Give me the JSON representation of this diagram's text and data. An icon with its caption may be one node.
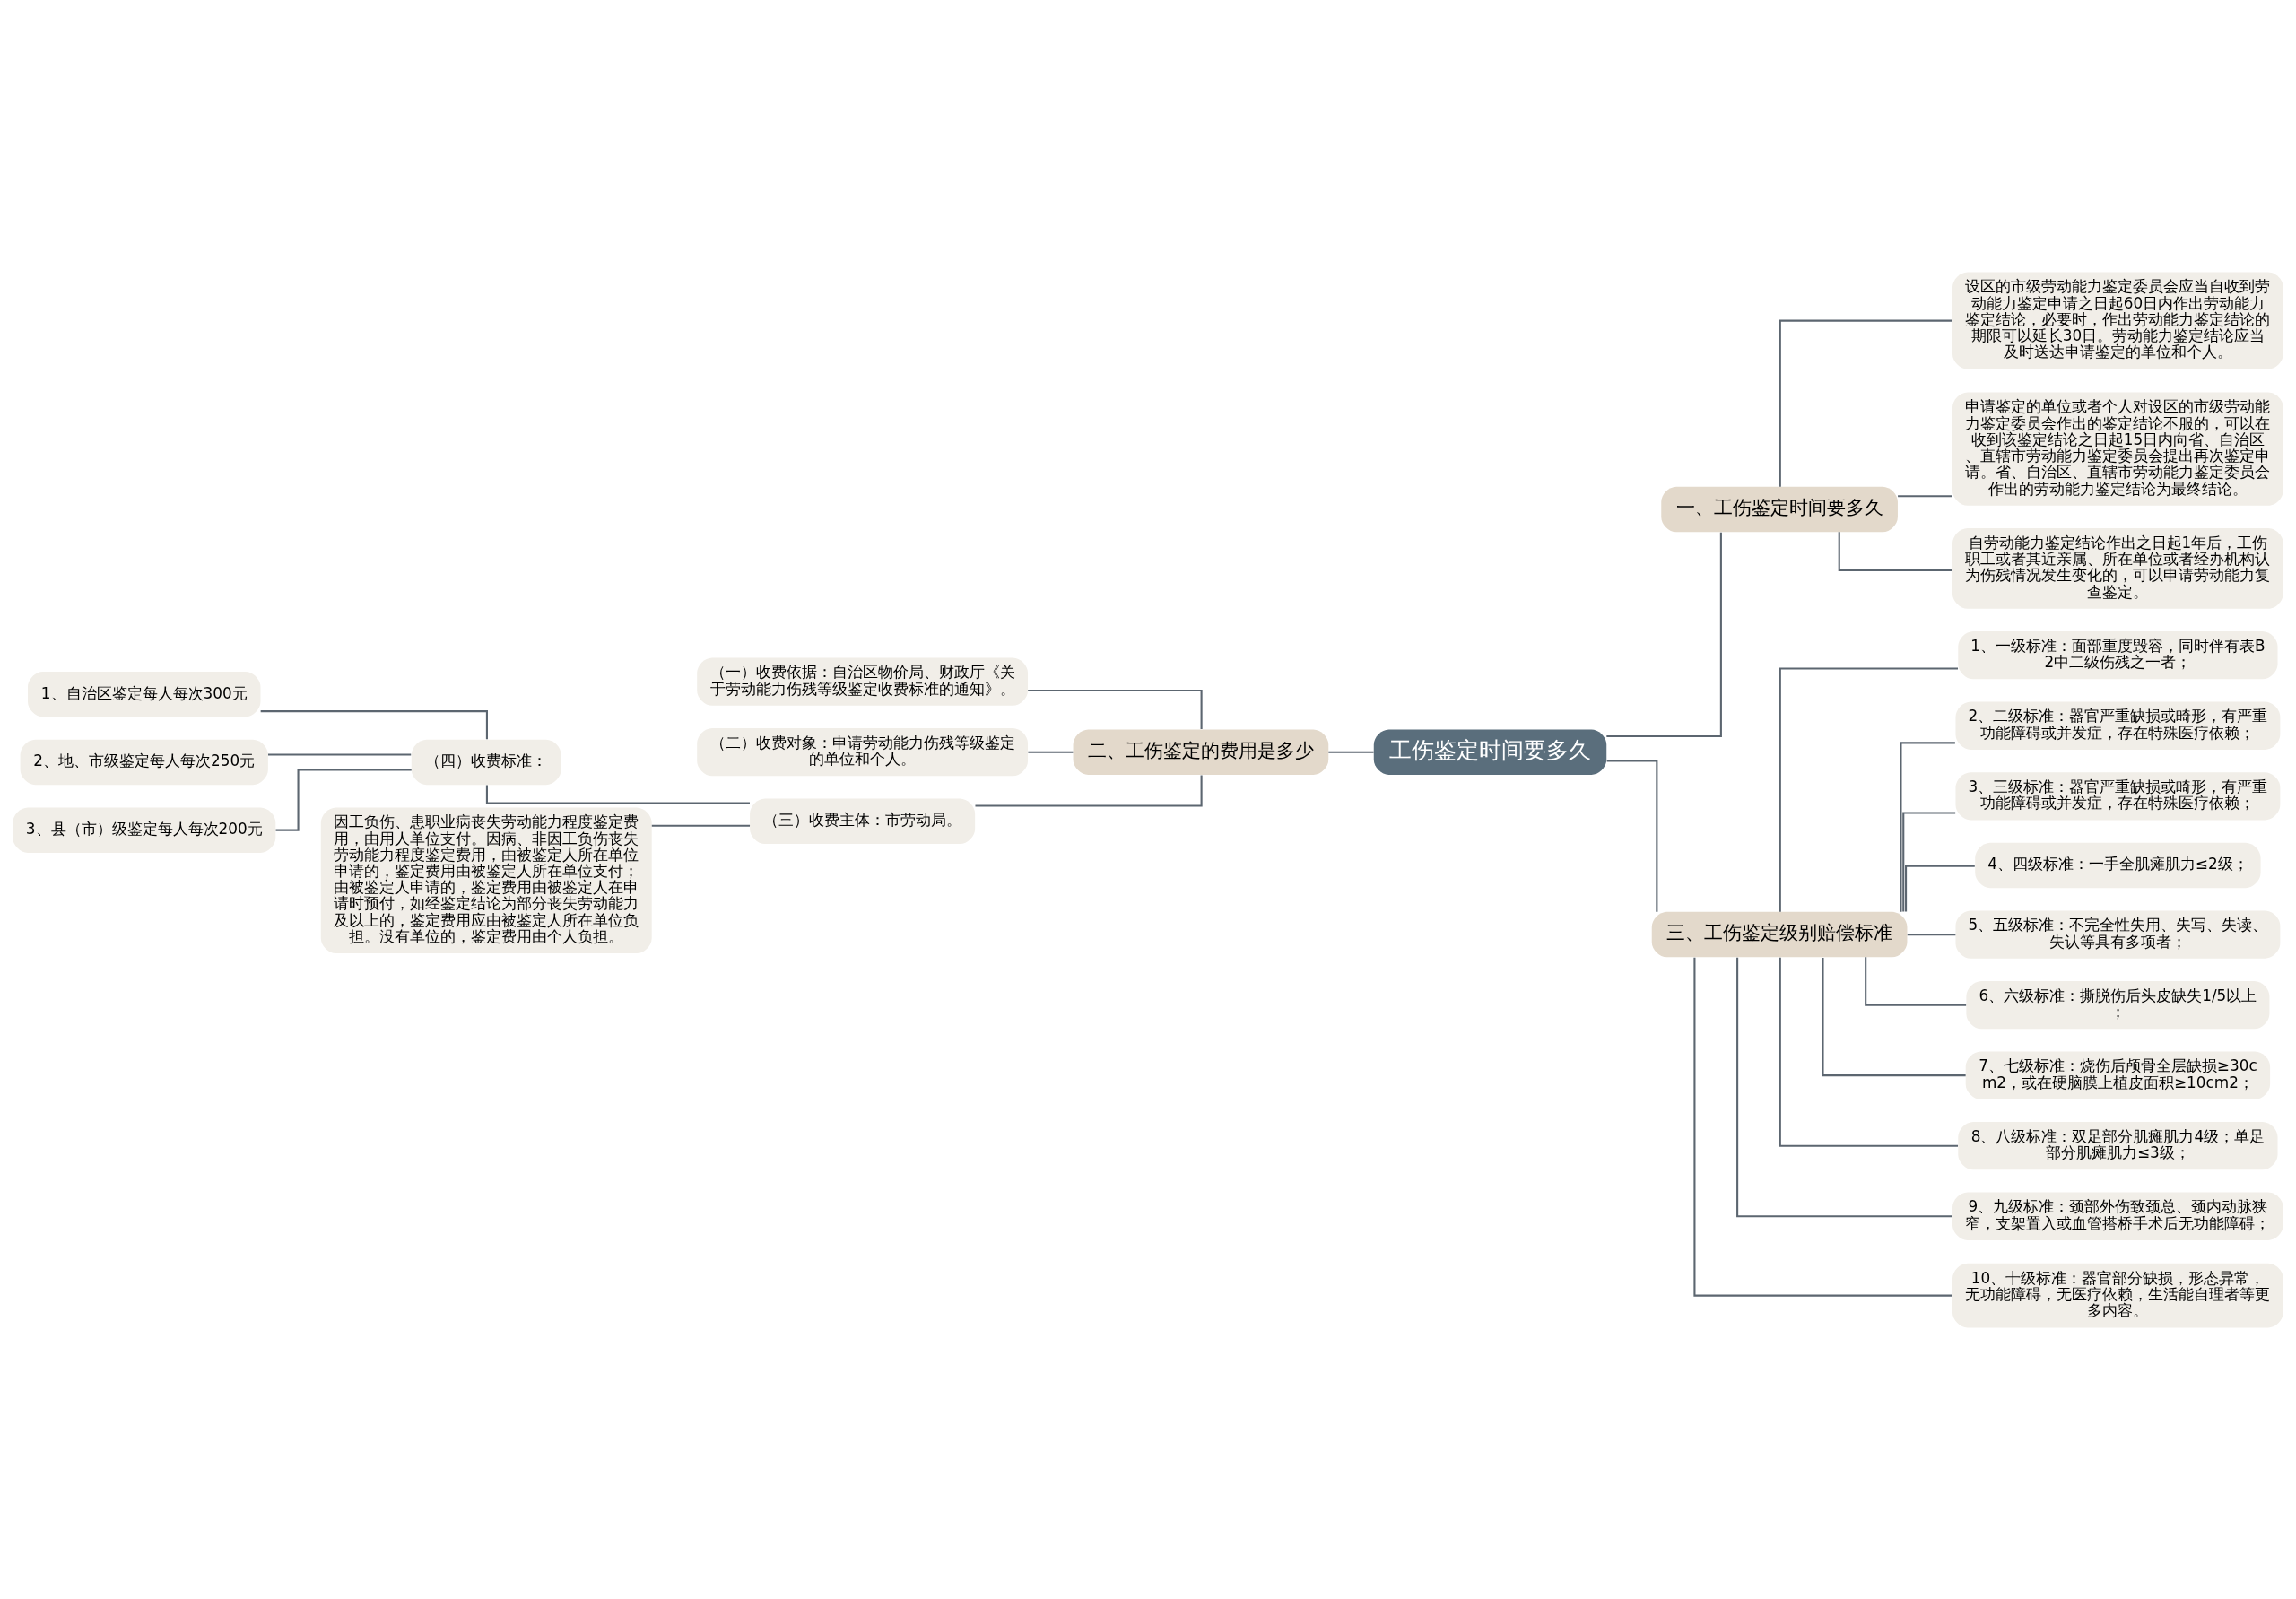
{
  "diagram": {
    "nodes": [
      {
        "text": [
          "工伤鉴定时间要多久"
        ]
      },
      {
        "text": [
          "一、工伤鉴定时间要多久"
        ]
      },
      {
        "text": [
          "设区的市级劳动能力鉴定委员会应当自收到劳动能力鉴定申请之日起60日内作出劳动能力鉴定结论，必要时，作出劳动能力鉴定结论的期限可以延长30日。劳动能力鉴定结论应当及时送达申请鉴定的单位和个人。"
        ]
      },
      {
        "text": [
          "申请鉴定的单位或者个人对设区的市级劳动能力鉴定委员会作出的鉴定结论不服的，可以在收到该鉴定结论之日起15日内向省、自治区、直辖市劳动能力鉴定委员会提出再次鉴定申请。省、自治区、直辖市劳动能力鉴定委员会作出的劳动能力鉴定结论为最终结论。"
        ]
      },
      {
        "text": [
          "自劳动能力鉴定结论作出之日起1年后，工伤职工或者其近亲属、所在单位或者经办机构认为伤残情况发生变化的，可以申请劳动能力复查鉴定。"
        ]
      },
      {
        "text": [
          "二、工伤鉴定的费用是多少"
        ]
      },
      {
        "text": [
          "（一）收费依据：自治区物价局、财政厅《关于劳动能力伤残等级鉴定收费标准的通知》。"
        ]
      },
      {
        "text": [
          "（二）收费对象：申请劳动能力伤残等级鉴定的单位和个人。"
        ]
      },
      {
        "text": [
          "（三）收费主体：市劳动局。"
        ]
      },
      {
        "text": [
          "（四）收费标准："
        ]
      },
      {
        "text": [
          "1、自治区鉴定每人每次300元"
        ]
      },
      {
        "text": [
          "2、地、市级鉴定每人每次250元"
        ]
      },
      {
        "text": [
          "3、县（市）级鉴定每人每次200元"
        ]
      },
      {
        "text": [
          "因工负伤、患职业病丧失劳动能力程度鉴定费用，由用人单位支付。因病、非因工负伤丧失劳动能力程度鉴定费用，由被鉴定人所在单位申请的，鉴定费用由被鉴定人所在单位支付；由被鉴定人申请的，鉴定费用由被鉴定人在申请时预付，如经鉴定结论为部分丧失劳动能力及以上的，鉴定费用应由被鉴定人所在单位负担。没有单位的，鉴定费用由个人负担。"
        ]
      },
      {
        "text": [
          "三、工伤鉴定级别赔偿标准"
        ]
      },
      {
        "text": [
          "1、一级标准：面部重度毁容，同时伴有表B2中二级伤残之一者；"
        ]
      },
      {
        "text": [
          "2、二级标准：器官严重缺损或畸形，有严重功能障碍或并发症，存在特殊医疗依赖；"
        ]
      },
      {
        "text": [
          "3、三级标准：器官严重缺损或畸形，有严重功能障碍或并发症，存在特殊医疗依赖；"
        ]
      },
      {
        "text": [
          "4、四级标准：一手全肌瘫肌力≤2级；"
        ]
      },
      {
        "text": [
          "5、五级标准：不完全性失用、失写、失读、失认等具有多项者；"
        ]
      },
      {
        "text": [
          "6、六级标准：撕脱伤后头皮缺失1/5以上；"
        ]
      },
      {
        "text": [
          "7、七级标准：烧伤后颅骨全层缺损≥30cm2，或在硬脑膜上植皮面积≥10cm2；"
        ]
      },
      {
        "text": [
          "8、八级标准：双足部分肌瘫肌力4级；单足部分肌瘫肌力≤3级；"
        ]
      },
      {
        "text": [
          "9、九级标准：颈部外伤致颈总、颈内动脉狭窄，支架置入或血管搭桥手术后无功能障碍；"
        ]
      },
      {
        "text": [
          "10、十级标准：器官部分缺损，形态异常，无功能障碍，无医疗依赖，生活能自理者等更多内容。"
        ]
      }
    ],
    "edges": [
      {
        "from": 0,
        "to": 1,
        "arrow": "none"
      },
      {
        "from": 1,
        "to": 2,
        "arrow": "none"
      },
      {
        "from": 1,
        "to": 3,
        "arrow": "none"
      },
      {
        "from": 1,
        "to": 4,
        "arrow": "none"
      },
      {
        "from": 0,
        "to": 5,
        "arrow": "none"
      },
      {
        "from": 5,
        "to": 6,
        "arrow": "none"
      },
      {
        "from": 5,
        "to": 7,
        "arrow": "none"
      },
      {
        "from": 5,
        "to": 8,
        "arrow": "none"
      },
      {
        "from": 8,
        "to": 9,
        "arrow": "none"
      },
      {
        "from": 9,
        "to": 10,
        "arrow": "none"
      },
      {
        "from": 9,
        "to": 11,
        "arrow": "none"
      },
      {
        "from": 9,
        "to": 12,
        "arrow": "none"
      },
      {
        "from": 8,
        "to": 13,
        "arrow": "none"
      },
      {
        "from": 0,
        "to": 14,
        "arrow": "none"
      },
      {
        "from": 14,
        "to": 15,
        "arrow": "none"
      },
      {
        "from": 14,
        "to": 16,
        "arrow": "none"
      },
      {
        "from": 14,
        "to": 17,
        "arrow": "none"
      },
      {
        "from": 14,
        "to": 18,
        "arrow": "none"
      },
      {
        "from": 14,
        "to": 19,
        "arrow": "none"
      },
      {
        "from": 14,
        "to": 20,
        "arrow": "none"
      },
      {
        "from": 14,
        "to": 21,
        "arrow": "none"
      },
      {
        "from": 14,
        "to": 22,
        "arrow": "none"
      },
      {
        "from": 14,
        "to": 23,
        "arrow": "none"
      },
      {
        "from": 14,
        "to": 24,
        "arrow": "none"
      }
    ]
  }
}
